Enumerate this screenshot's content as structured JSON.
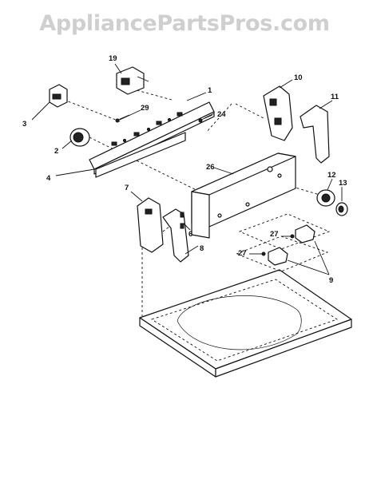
{
  "watermark": "AppliancePartsPros.com",
  "callouts": [
    "19",
    "1",
    "29",
    "24",
    "3",
    "2",
    "4",
    "10",
    "11",
    "26",
    "12",
    "13",
    "7",
    "6",
    "8",
    "27",
    "27",
    "9"
  ]
}
